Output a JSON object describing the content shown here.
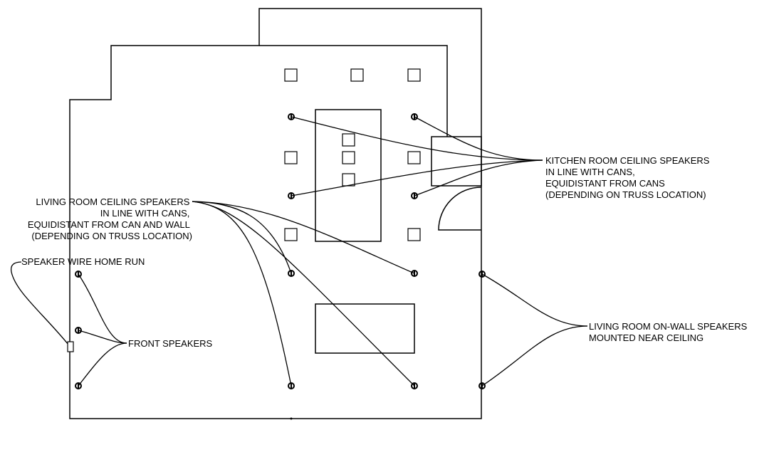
{
  "labels": {
    "kitchen": [
      "KITCHEN ROOM CEILING SPEAKERS",
      "IN LINE WITH CANS,",
      "EQUIDISTANT FROM CANS",
      "(DEPENDING ON TRUSS LOCATION)"
    ],
    "living_ceiling": [
      "LIVING ROOM CEILING SPEAKERS",
      "IN LINE WITH CANS,",
      "EQUIDISTANT FROM CAN AND WALL",
      "(DEPENDING ON TRUSS LOCATION)"
    ],
    "home_run": "SPEAKER WIRE HOME RUN",
    "front": "FRONT SPEAKERS",
    "on_wall": [
      "LIVING ROOM ON-WALL SPEAKERS",
      "MOUNTED NEAR CEILING"
    ]
  },
  "colors": {
    "line": "#000000",
    "background": "#ffffff"
  }
}
